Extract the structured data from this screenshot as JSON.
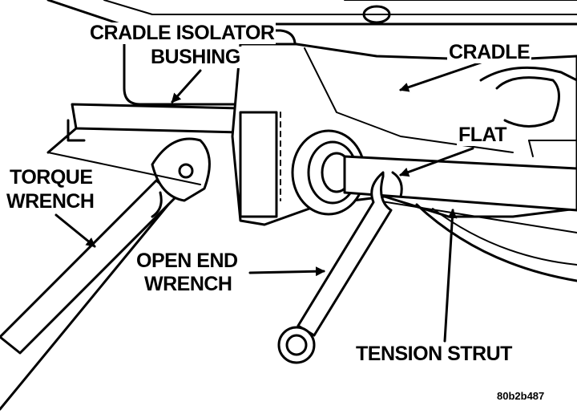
{
  "labels": {
    "cradle_isolator_bushing_line1": "CRADLE ISOLATOR",
    "cradle_isolator_bushing_line2": "BUSHING",
    "cradle": "CRADLE",
    "flat": "FLAT",
    "torque_wrench_line1": "TORQUE",
    "torque_wrench_line2": "WRENCH",
    "open_end_wrench_line1": "OPEN END",
    "open_end_wrench_line2": "WRENCH",
    "tension_strut": "TENSION STRUT"
  },
  "figure_ref": "80b2b487",
  "colors": {
    "ink": "#000000",
    "paper": "#ffffff"
  }
}
